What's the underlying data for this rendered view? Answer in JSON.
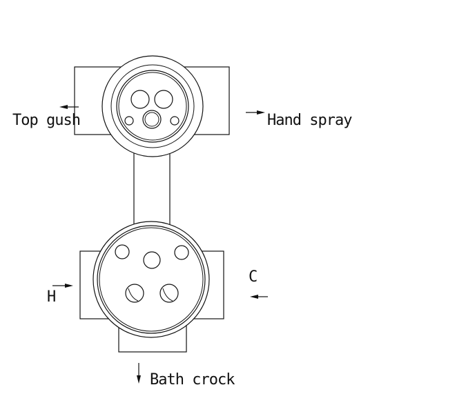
{
  "labels": {
    "top_gush": "Top gush",
    "hand_spray": "Hand spray",
    "hot": "H",
    "cold": "C",
    "bath_crock": "Bath crock"
  },
  "colors": {
    "line": "#111111",
    "background": "#ffffff"
  }
}
